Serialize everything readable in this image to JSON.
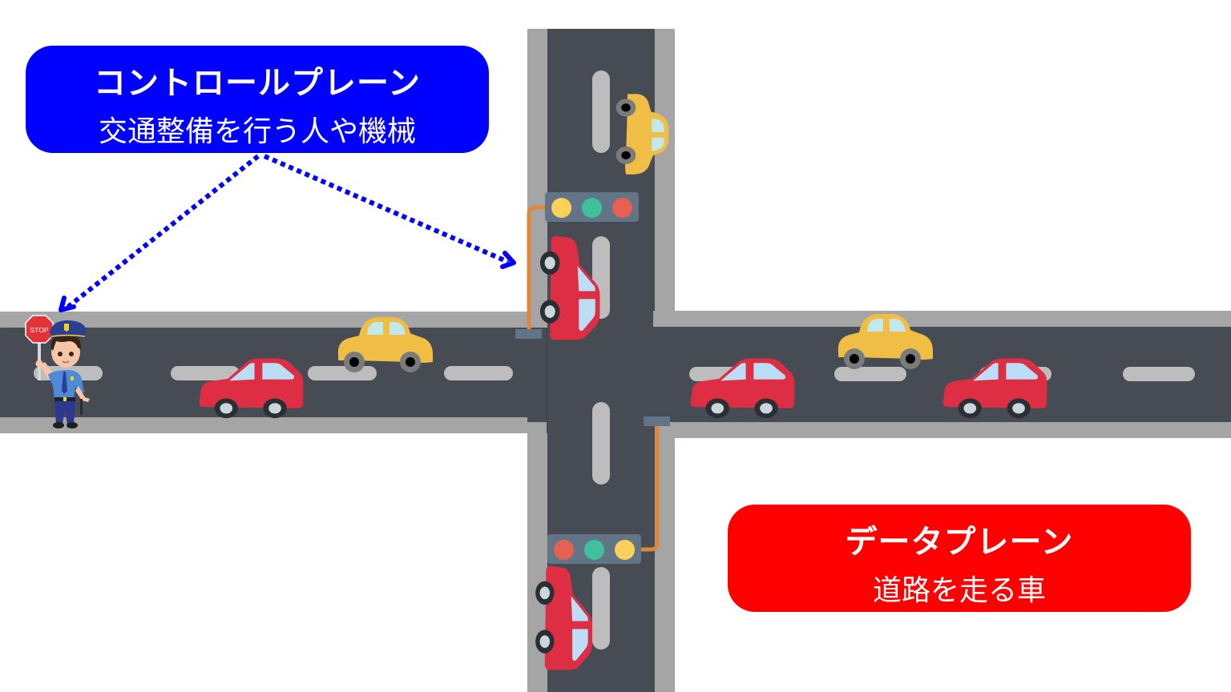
{
  "control_plane": {
    "title": "コントロールプレーン",
    "subtitle": "交通整備を行う人や機械",
    "color": "#0000ff"
  },
  "data_plane": {
    "title": "データプレーン",
    "subtitle": "道路を走る車",
    "color": "#ff0000"
  },
  "stop_sign": {
    "text": "STOP"
  },
  "colors": {
    "road": "#474b53",
    "curb": "#a5a5a5",
    "lane_marking": "#bdbdbd",
    "car_red": "#dd2e44",
    "car_yellow": "#f0bd45",
    "light_yellow": "#fdd05a",
    "light_green": "#3fc29c",
    "light_red": "#e66150",
    "signal_pole": "#e0873d",
    "arrow": "#0000ff"
  },
  "traffic_lights": [
    {
      "position": "north-west",
      "order": [
        "yellow",
        "green",
        "red"
      ]
    },
    {
      "position": "south-east",
      "order": [
        "red",
        "green",
        "yellow"
      ]
    }
  ],
  "cars": [
    {
      "color": "red",
      "direction": "horizontal",
      "location": "left-road-lower"
    },
    {
      "color": "yellow",
      "direction": "horizontal",
      "location": "left-road-upper"
    },
    {
      "color": "yellow",
      "direction": "vertical",
      "location": "north-road"
    },
    {
      "color": "red",
      "direction": "vertical",
      "location": "north-road-near-intersection"
    },
    {
      "color": "red",
      "direction": "vertical",
      "location": "south-road"
    },
    {
      "color": "yellow",
      "direction": "horizontal",
      "location": "right-road-upper"
    },
    {
      "color": "red",
      "direction": "horizontal",
      "location": "right-road-lower-1"
    },
    {
      "color": "red",
      "direction": "horizontal",
      "location": "right-road-lower-2"
    }
  ]
}
